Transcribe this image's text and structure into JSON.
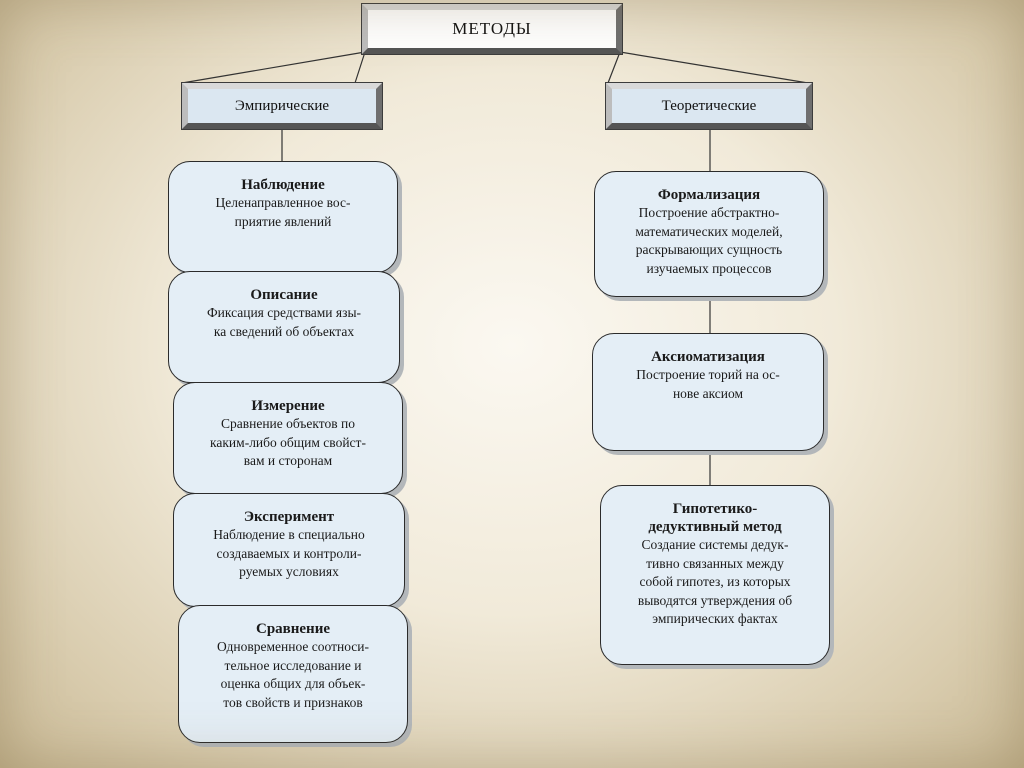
{
  "root": {
    "label": "МЕТОДЫ"
  },
  "empirical": {
    "label": "Эмпирические",
    "items": [
      {
        "title": "Наблюдение",
        "desc": "Целенаправленное вос-\nприятие явлений"
      },
      {
        "title": "Описание",
        "desc": "Фиксация средствами язы-\nка сведений об объектах"
      },
      {
        "title": "Измерение",
        "desc": "Сравнение объектов по\nкаким-либо общим свойст-\nвам и сторонам"
      },
      {
        "title": "Эксперимент",
        "desc": "Наблюдение в специально\nсоздаваемых и контроли-\nруемых условиях"
      },
      {
        "title": "Сравнение",
        "desc": "Одновременное соотноси-\nтельное исследование и\nоценка общих для объек-\nтов свойств и признаков"
      }
    ]
  },
  "theoretical": {
    "label": "Теоретические",
    "items": [
      {
        "title": "Формализация",
        "desc": "Построение абстрактно-\nматематических моделей,\nраскрывающих сущность\nизучаемых процессов"
      },
      {
        "title": "Аксиоматизация",
        "desc": "Построение торий на ос-\nнове аксиом"
      },
      {
        "title": "Гипотетико-\nдедуктивный метод",
        "desc": "Создание системы дедук-\nтивно связанных между\nсобой гипотез, из которых\nвыводятся утверждения об\nэмпирических фактах"
      }
    ]
  }
}
